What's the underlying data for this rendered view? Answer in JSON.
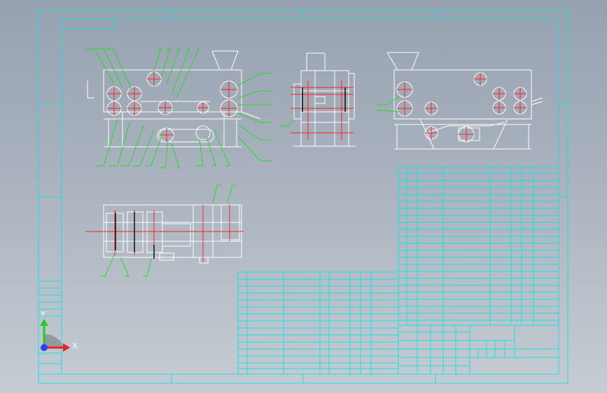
{
  "viewport": {
    "background_top": "#97a2b1",
    "background_bottom": "#c6ccd3"
  },
  "colors": {
    "frame": "#19e0e0",
    "outline": "#ffffff",
    "centerline": "#ff2020",
    "leader": "#22dd22",
    "dark": "#111111"
  },
  "ucs": {
    "x_label": "X",
    "y_label": "Y",
    "icon": "ucs-axis-icon"
  },
  "drawing": {
    "views": [
      "front-view",
      "side-view",
      "rear-view",
      "top-view"
    ],
    "title_block": "title-block-table",
    "parts_list": "parts-list-table",
    "revision_table": "revision-table"
  }
}
